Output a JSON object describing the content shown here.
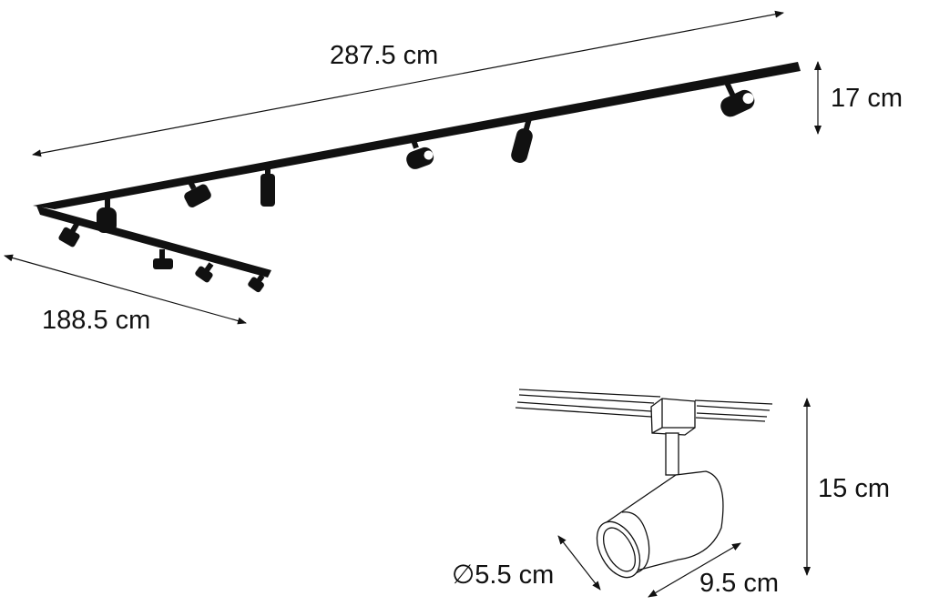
{
  "dimensions": {
    "track_length": "287.5 cm",
    "track_side_length": "188.5 cm",
    "track_height": "17 cm",
    "spot_height": "15 cm",
    "spot_diameter": "∅5.5 cm",
    "spot_length": "9.5 cm"
  },
  "colors": {
    "line": "#111111",
    "background": "#ffffff"
  }
}
